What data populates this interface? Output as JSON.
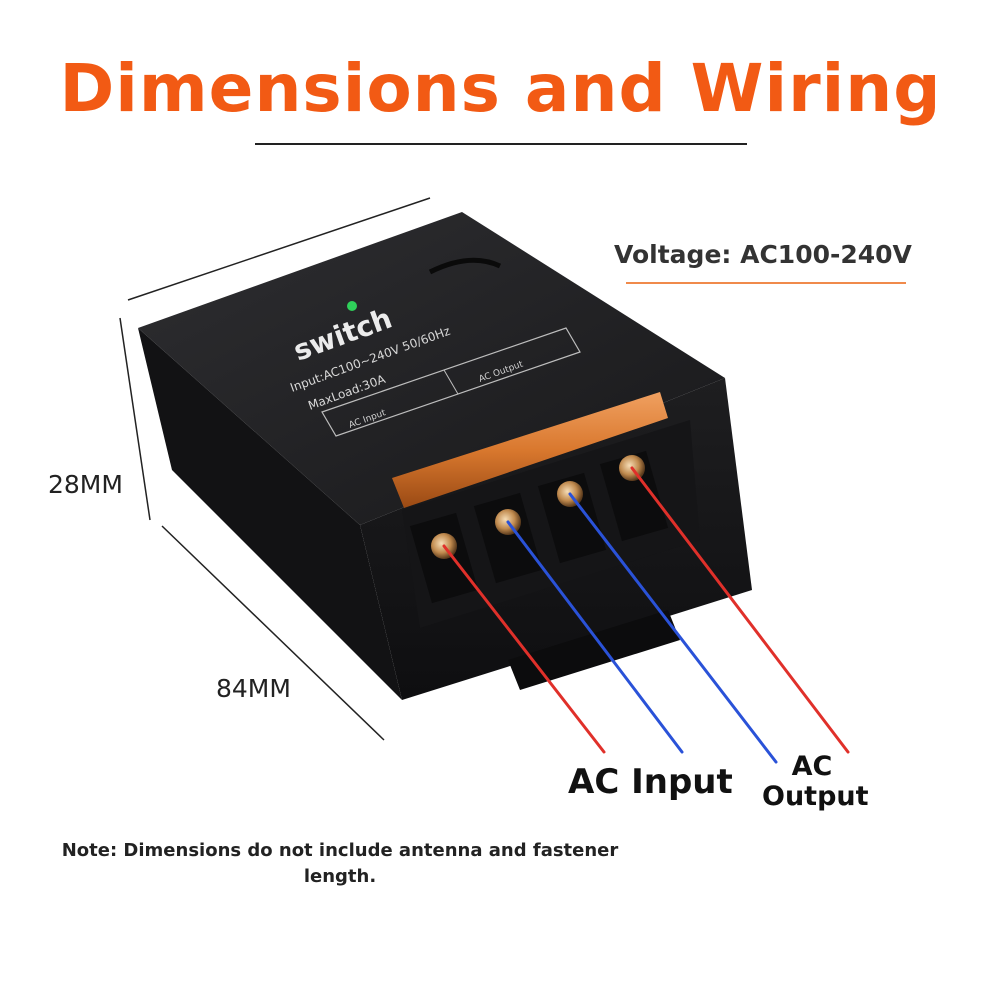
{
  "title": "Dimensions and Wiring",
  "voltage": "Voltage: AC100-240V",
  "dimensions": {
    "height": "28MM",
    "length": "84MM"
  },
  "device": {
    "brand_label": "switch",
    "input_rating": "Input:AC100~240V 50/60Hz",
    "max_load": "MaxLoad:30A",
    "terminal_ac_input": "AC Input",
    "terminal_ac_output": "AC Output"
  },
  "labels": {
    "ac_input": "AC Input",
    "ac_output_line1": "AC",
    "ac_output_line2": "Output"
  },
  "note": "Note: Dimensions do not include antenna and fastener length.",
  "colors": {
    "title": "#f25a14",
    "accent_rule": "#f08a4b",
    "housing": "#1c1c1e",
    "wire_live": "#e0302a",
    "wire_neutral": "#2a52d8"
  }
}
